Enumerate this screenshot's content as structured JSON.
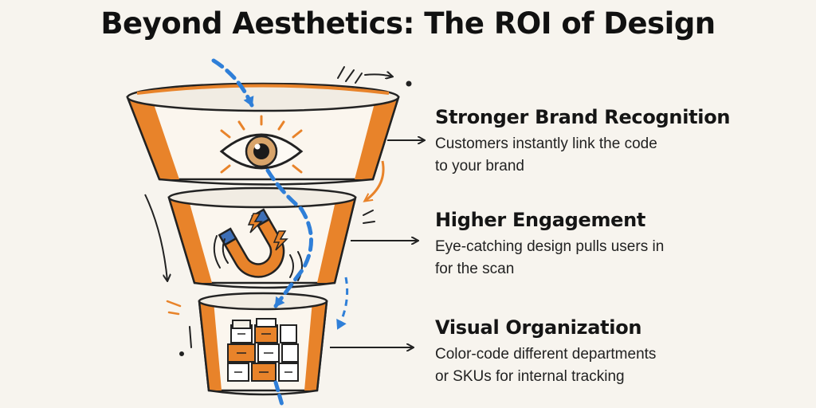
{
  "title": "Beyond Aesthetics: The ROI of Design",
  "benefits": [
    {
      "title": "Stronger Brand Recognition",
      "desc_lines": [
        "Customers instantly link the code",
        "to your brand"
      ],
      "icon": "eye-icon"
    },
    {
      "title": "Higher Engagement",
      "desc_lines": [
        "Eye-catching design pulls users in",
        "for the scan"
      ],
      "icon": "magnet-icon"
    },
    {
      "title": "Visual Organization",
      "desc_lines": [
        "Color-code different departments",
        "or SKUs for internal tracking"
      ],
      "icon": "file-boxes-icon"
    }
  ],
  "colors": {
    "accent_orange": "#e8832a",
    "flow_blue": "#2f7fd8",
    "ink": "#1a1a1a",
    "paper": "#f7f4ee"
  }
}
